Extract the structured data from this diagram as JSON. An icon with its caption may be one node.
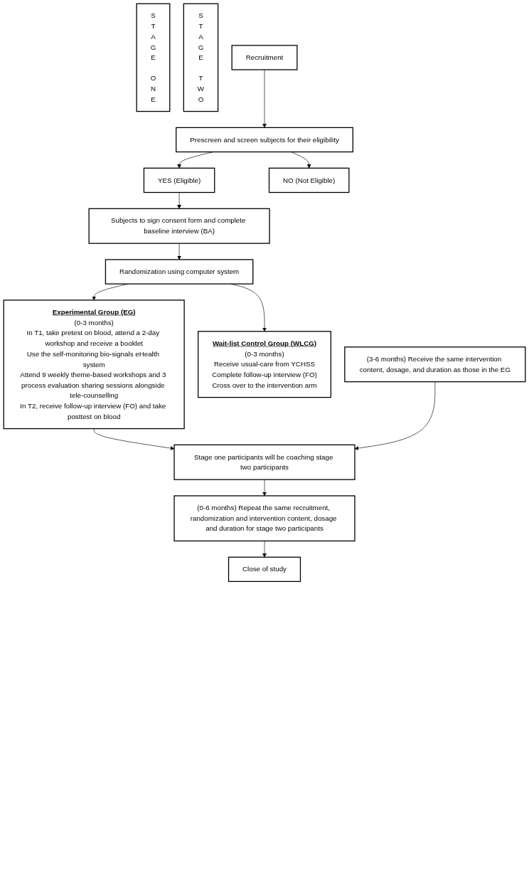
{
  "diagram": {
    "nodes": [
      {
        "text": [
          "STAGE ONE"
        ]
      },
      {
        "text": [
          "STAGE TWO"
        ]
      },
      {
        "text": [
          "Recruitment"
        ]
      },
      {
        "text": [
          "Prescreen and screen subjects for their eligibility"
        ]
      },
      {
        "text": [
          "YES (Eligible)"
        ]
      },
      {
        "text": [
          "NO (Not Eligible)"
        ]
      },
      {
        "text": [
          "Subjects to sign consent form and complete baseline interview (BA)"
        ]
      },
      {
        "text": [
          "Randomization using computer system"
        ]
      },
      {
        "text": [
          "Experimental Group (EG)",
          "(0-3 months)",
          "In T1, take pretest on blood, attend a 2-day workshop and receive a booklet",
          "Use the self-monitoring bio-signals eHealth system",
          "Attend 9 weekly theme-based workshops and 3 process evaluation sharing sessions alongside tele-counselling",
          "In T2, receive follow-up interview (FO) and take posttest on blood"
        ]
      },
      {
        "text": [
          "Wait-list Control Group (WLCG)",
          "(0-3 months)",
          "Receive usual-care from YCHSS",
          "Complete follow-up interview (FO)",
          "Cross over to the intervention arm"
        ]
      },
      {
        "text": [
          "(3-6 months) Receive the same intervention content, dosage, and duration as those in the EG"
        ]
      },
      {
        "text": [
          "Stage one participants will be coaching stage two participants"
        ]
      },
      {
        "text": [
          "(0-6 months) Repeat the same recruitment, randomization and intervention content, dosage and duration for stage two participants"
        ]
      },
      {
        "text": [
          "Close of study"
        ]
      }
    ],
    "edges": [
      {
        "from": 2,
        "to": 3,
        "arrow": "to"
      },
      {
        "from": 3,
        "to": 4,
        "arrow": "to"
      },
      {
        "from": 3,
        "to": 5,
        "arrow": "to"
      },
      {
        "from": 4,
        "to": 6,
        "arrow": "to"
      },
      {
        "from": 6,
        "to": 7,
        "arrow": "to"
      },
      {
        "from": 7,
        "to": 8,
        "arrow": "to"
      },
      {
        "from": 7,
        "to": 9,
        "arrow": "to"
      },
      {
        "from": 8,
        "to": 11,
        "arrow": "to"
      },
      {
        "from": 10,
        "to": 11,
        "arrow": "to"
      },
      {
        "from": 11,
        "to": 12,
        "arrow": "to"
      },
      {
        "from": 12,
        "to": 13,
        "arrow": "to"
      }
    ]
  }
}
